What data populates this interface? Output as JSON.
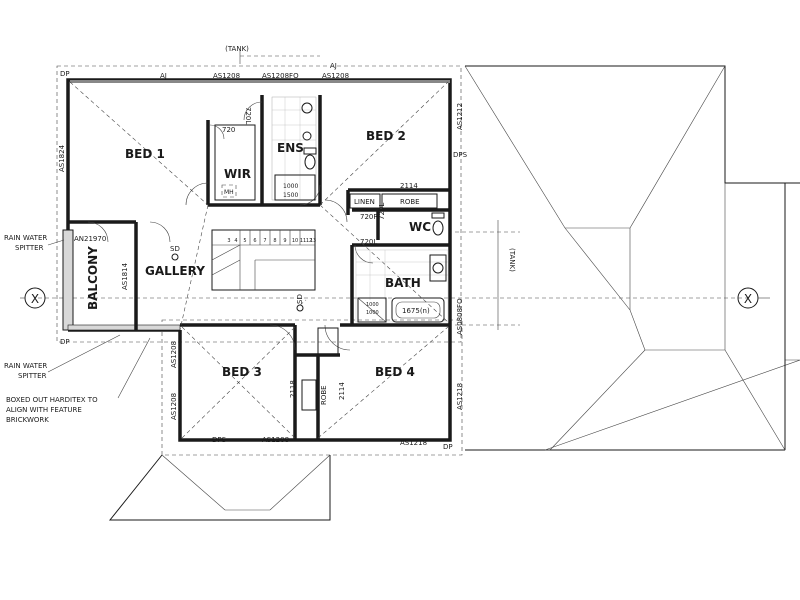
{
  "rooms": {
    "bed1": "BED 1",
    "bed2": "BED 2",
    "bed3": "BED 3",
    "bed4": "BED 4",
    "ens": "ENS",
    "wir": "WIR",
    "gallery": "GALLERY",
    "balcony": "BALCONY",
    "bath": "BATH",
    "wc": "WC",
    "linen": "LINEN",
    "robe_bed2": "ROBE",
    "robe_hall": "ROBE"
  },
  "windows": {
    "top_1": "AS1208",
    "top_2": "AS1208FO",
    "top_3": "AS1208",
    "right_1": "AS1212",
    "right_2": "AS0808FO",
    "right_3": "AS1218",
    "left_1": "AS1824",
    "balcony_door": "AN21970",
    "balcony_side": "AS1814",
    "bottom_1": "AS1208",
    "bottom_2": "AS1218",
    "bed3_side_1": "AS1208",
    "bed3_side_2": "AS1208"
  },
  "markers": {
    "dp_top_left": "DP",
    "dp_bottom_left": "DP",
    "dp_bottom_right": "DP",
    "dps_right": "DPS",
    "dps_bottom": "DPS",
    "aj_top": "AJ",
    "aj_top_right": "AJ",
    "tank_top": "(TANK)",
    "tank_right": "(TANK)",
    "section_left": "X",
    "section_right": "X",
    "sd_gallery": "SD",
    "sd_hall": "SD",
    "mh": "MH"
  },
  "dimensions": {
    "d720_wir": "720",
    "d720_ens": "720L",
    "d1000": "1000",
    "d1500": "1500",
    "d2114_robe": "2114",
    "d720r": "720R",
    "d720l_wc": "720L",
    "d720l_bath": "720L",
    "d2118": "2118",
    "d2114_bed4": "2114",
    "bath_1000_a": "1000",
    "bath_1000_b": "1000",
    "bath_tub": "1675(n)"
  },
  "notes": {
    "rain_water_1": "RAIN WATER",
    "spitter_1": "SPITTER",
    "rain_water_2": "RAIN WATER",
    "spitter_2": "SPITTER",
    "boxed_1": "BOXED OUT HARDITEX TO",
    "boxed_2": "ALIGN WITH FEATURE",
    "boxed_3": "BRICKWORK"
  },
  "stair_numbers": [
    "3",
    "4",
    "5",
    "6",
    "7",
    "8",
    "9",
    "10",
    "11",
    "12",
    "13"
  ]
}
